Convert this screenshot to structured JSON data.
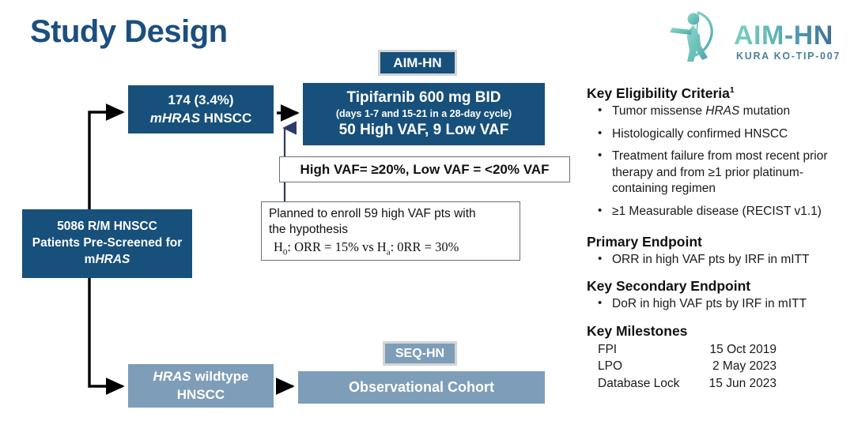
{
  "title": "Study Design",
  "logo": {
    "icon": "archer-icon",
    "wordmark": "AIM-HN",
    "subtitle": "KURA KO-TIP-007",
    "accent": "#63B9B6"
  },
  "colors": {
    "navy": "#17507B",
    "steel": "#7E9DB8",
    "title": "#1B4F7E",
    "note_border": "#6E6E6E"
  },
  "flow": {
    "prescreen": {
      "line1": "5086 R/M HNSCC",
      "line2": "Patients Pre-Screened for",
      "line3_prefix": "m",
      "line3_italic": "HRAS"
    },
    "mhras": {
      "line1": "174 (3.4%)",
      "line2_italic": "mHRAS",
      "line2_rest": " HNSCC"
    },
    "aimhn_badge": "AIM-HN",
    "treatment": {
      "line1": "Tipifarnib 600 mg BID",
      "line2": "(days 1-7 and 15-21 in a 28-day cycle)",
      "line3": "50 High VAF, 9 Low VAF"
    },
    "vaf_definition": "High VAF= ≥20%, Low VAF = <20% VAF",
    "hypothesis": {
      "line1": "Planned to enroll 59 high VAF pts with",
      "line2": "the hypothesis",
      "line3_a": "H",
      "line3_a_sub": "0",
      "line3_b": ": ORR = 15%  vs  H",
      "line3_b_sub": "a",
      "line3_c": ": 0RR = 30%"
    },
    "wildtype": {
      "line1_italic": "HRAS",
      "line1_rest": " wildtype",
      "line2": "HNSCC"
    },
    "seqhn_badge": "SEQ-HN",
    "observational": "Observational Cohort"
  },
  "right_panel": {
    "eligibility": {
      "heading": "Key Eligibility Criteria",
      "heading_sup": "1",
      "items": [
        {
          "pre": "Tumor missense ",
          "italic": "HRAS",
          "post": " mutation"
        },
        {
          "pre": "Histologically confirmed HNSCC",
          "italic": "",
          "post": ""
        },
        {
          "pre": "Treatment failure from most recent prior therapy and from ≥1 prior platinum-containing regimen",
          "italic": "",
          "post": ""
        },
        {
          "pre": "≥1 Measurable disease (RECIST v1.1)",
          "italic": "",
          "post": ""
        }
      ]
    },
    "primary": {
      "heading": "Primary  Endpoint",
      "items": [
        "ORR in high VAF pts by IRF in mITT"
      ]
    },
    "secondary": {
      "heading": "Key Secondary Endpoint",
      "items": [
        "DoR in high VAF pts by IRF in mITT"
      ]
    },
    "milestones": {
      "heading": "Key Milestones",
      "rows": [
        {
          "label": "FPI",
          "date": "15 Oct 2019"
        },
        {
          "label": "LPO",
          "date": "2 May 2023"
        },
        {
          "label": "Database Lock",
          "date": "15 Jun 2023"
        }
      ]
    }
  }
}
